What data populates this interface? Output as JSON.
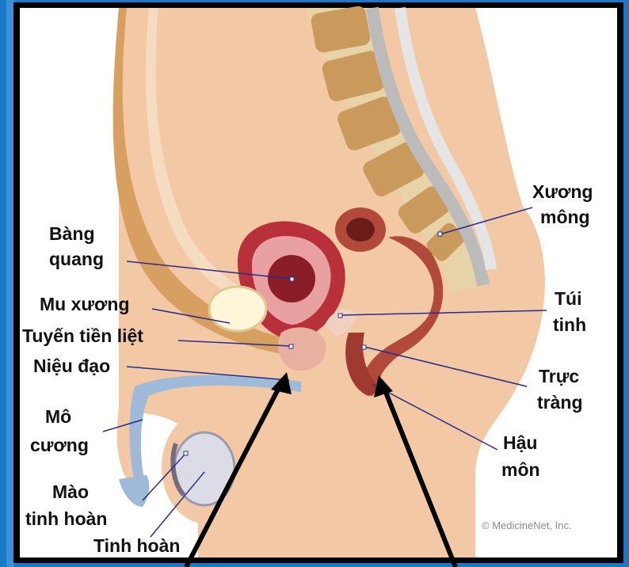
{
  "labels": {
    "xuong_mong": [
      "Xương",
      "mông"
    ],
    "bang_quang": [
      "Bàng",
      "quang"
    ],
    "mu_xuong": "Mu xương",
    "tuyen_tien_liet": "Tuyến tiền liệt",
    "nieu_dao": "Niệu đạo",
    "mo_cuong": [
      "Mô",
      "cương"
    ],
    "mao_tinh_hoan": [
      "Mào",
      "tinh hoàn"
    ],
    "tinh_hoan": "Tinh hoàn",
    "tui_tinh": [
      "Túi",
      "tinh"
    ],
    "truc_trang": [
      "Trực",
      "tràng"
    ],
    "hau_mon": [
      "Hậu",
      "môn"
    ]
  },
  "credit": "© MedicineNet, Inc.",
  "colors": {
    "frame_blue": "#1a78c8",
    "skin": "#f2c9a4",
    "bladder": "#b8303a",
    "bone": "#c99a5c",
    "leader_line": "#2b2b8a",
    "arrow": "#000000"
  }
}
